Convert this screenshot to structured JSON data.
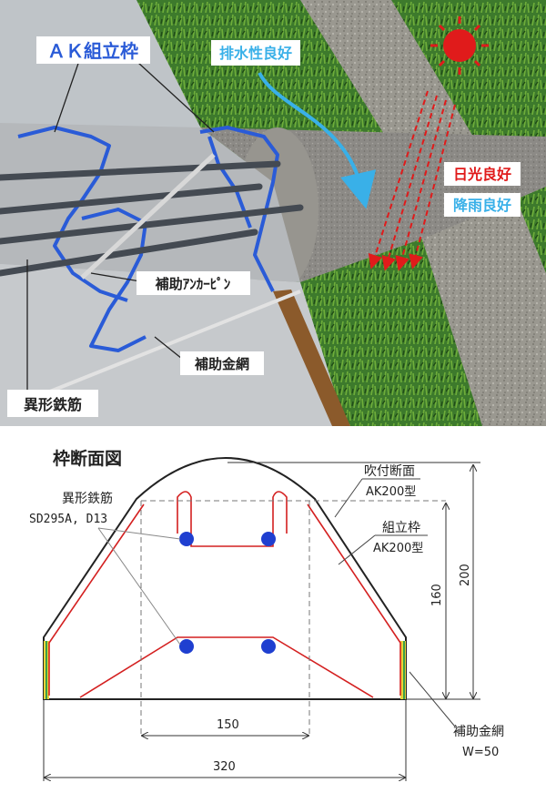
{
  "illustration": {
    "labels": {
      "ak_frame": "ＡＫ組立枠",
      "drainage": "排水性良好",
      "sunlight": "日光良好",
      "rainfall": "降雨良好",
      "anchor_pin": "補助ｱﾝｶｰﾋﾟﾝ",
      "wire_mesh": "補助金網",
      "rebar": "異形鉄筋"
    },
    "colors": {
      "frame_blue": "#2a5bd7",
      "drain_arrow": "#39b0e8",
      "sun_red": "#e01b1b",
      "grass": "#3d7a2c",
      "gravel": "#9a9890"
    }
  },
  "section": {
    "title": "枠断面図",
    "labels": {
      "shotcrete": "吹付断面",
      "shotcrete_type": "AK200型",
      "frame": "組立枠",
      "frame_type": "AK200型",
      "rebar": "異形鉄筋",
      "rebar_spec": "SD295A, D13",
      "mesh": "補助金網",
      "mesh_width": "W=50"
    },
    "dimensions": {
      "height_total": "200",
      "height_frame": "160",
      "width_inner": "150",
      "width_total": "320"
    },
    "colors": {
      "outline": "#222222",
      "frame_red": "#d42020",
      "rebar_blue": "#1f3fd0",
      "mesh_green": "#3aa04a",
      "mesh_yellow": "#e8d23a"
    }
  }
}
